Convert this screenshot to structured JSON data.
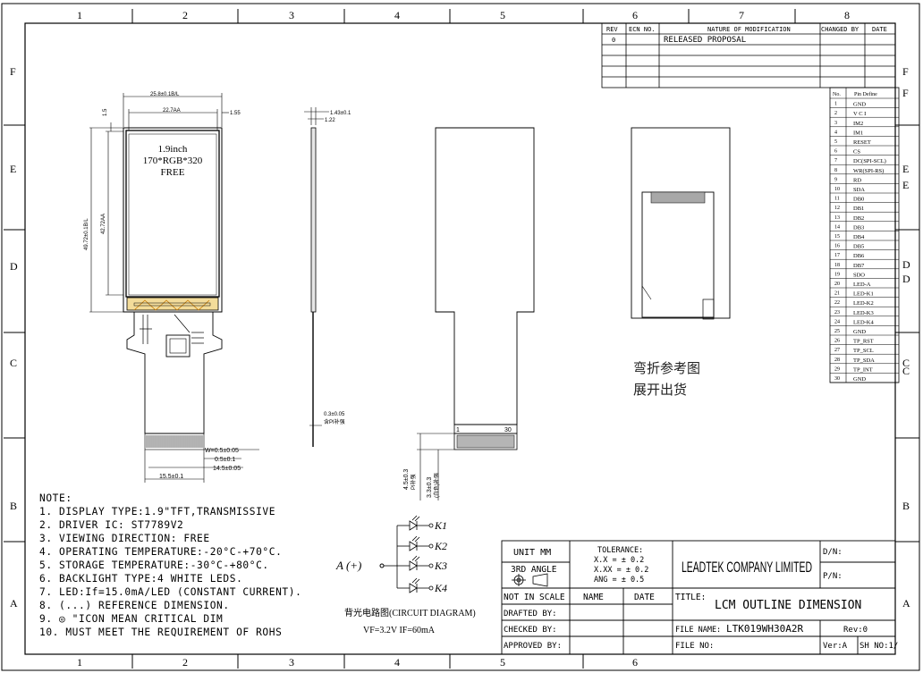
{
  "grid": {
    "cols_top": [
      "1",
      "2",
      "3",
      "4",
      "5",
      "6",
      "7",
      "8"
    ],
    "cols_bottom": [
      "1",
      "2",
      "3",
      "4",
      "5",
      "6"
    ],
    "rows": [
      "F",
      "E",
      "D",
      "C",
      "B",
      "A"
    ],
    "rows_right": [
      "F",
      "F",
      "E",
      "E",
      "D",
      "D",
      "C",
      "C",
      "B",
      "A"
    ]
  },
  "revision": {
    "headers": [
      "REV",
      "ECN NO.",
      "NATURE OF MODIFICATION",
      "CHANGED BY",
      "DATE"
    ],
    "rows": [
      [
        "0",
        "",
        "RELEASED PROPOSAL",
        "",
        ""
      ]
    ]
  },
  "front_view": {
    "dim_width": "25.8±0.1B/L",
    "dim_aa_width": "22.7AA",
    "dim_right": "1.55",
    "dim_top": "1.5",
    "dim_height": "49.72±0.1B/L",
    "dim_aa_height": "42.72AA",
    "screen_lines": [
      "1.9inch",
      "170*RGB*320",
      "FREE"
    ],
    "dim_tail_w": "W=0.5±0.05",
    "dim_tail_p": "0.5±0.1",
    "dim_tail_14": "14.5±0.05",
    "dim_tail_15": "15.5±0.1"
  },
  "side_view": {
    "dim_thick": "1.43±0.1",
    "dim_thick2": "1.22",
    "dim_fpc": "0.3±0.05",
    "dim_fpc_note": "含PI补强"
  },
  "rear_view": {
    "pin_first": "1",
    "pin_last": "30",
    "dim_a": "4.5±0.3",
    "dim_a_note": "PI补强",
    "dim_b": "3.3±0.3",
    "dim_b_note": "(白色)补强"
  },
  "bend_note": [
    "弯折参考图",
    "展开出货"
  ],
  "pin_table": {
    "header_no": "No.",
    "header_def": "Pin Define",
    "pins": [
      [
        "1",
        "GND"
      ],
      [
        "2",
        "V C I"
      ],
      [
        "3",
        "IM2"
      ],
      [
        "4",
        "IM1"
      ],
      [
        "5",
        "RESET"
      ],
      [
        "6",
        "CS"
      ],
      [
        "7",
        "DC(SPI-SCL)"
      ],
      [
        "8",
        "WR(SPI-RS)"
      ],
      [
        "9",
        "RD"
      ],
      [
        "10",
        "SDA"
      ],
      [
        "11",
        "DB0"
      ],
      [
        "12",
        "DB1"
      ],
      [
        "13",
        "DB2"
      ],
      [
        "14",
        "DB3"
      ],
      [
        "15",
        "DB4"
      ],
      [
        "16",
        "DB5"
      ],
      [
        "17",
        "DB6"
      ],
      [
        "18",
        "DB7"
      ],
      [
        "19",
        "SDO"
      ],
      [
        "20",
        "LED-A"
      ],
      [
        "21",
        "LED-K1"
      ],
      [
        "22",
        "LED-K2"
      ],
      [
        "23",
        "LED-K3"
      ],
      [
        "24",
        "LED-K4"
      ],
      [
        "25",
        "GND"
      ],
      [
        "26",
        "TP_RST"
      ],
      [
        "27",
        "TP_SCL"
      ],
      [
        "28",
        "TP_SDA"
      ],
      [
        "29",
        "TP_INT"
      ],
      [
        "30",
        "GND"
      ]
    ]
  },
  "notes": [
    "NOTE:",
    "1. DISPLAY TYPE:1.9\"TFT,TRANSMISSIVE",
    "2. DRIVER IC: ST7789V2",
    "3. VIEWING DIRECTION: FREE",
    "4. OPERATING TEMPERATURE:-20°C-+70°C.",
    "5. STORAGE TEMPERATURE:-30°C-+80°C.",
    "6. BACKLIGHT TYPE:4 WHITE LEDS.",
    "7. LED:If=15.0mA/LED (CONSTANT CURRENT).",
    "8. (...) REFERENCE DIMENSION.",
    "9. ◎ \"ICON MEAN CRITICAL DIM",
    "10. MUST MEET THE REQUIREMENT OF ROHS"
  ],
  "circuit": {
    "anode": "A (+)",
    "k_labels": [
      "K1",
      "K2",
      "K3",
      "K4"
    ],
    "caption": "背光电路图(CIRCUIT DIAGRAM)",
    "values": "VF=3.2V  IF=60mA"
  },
  "title_block": {
    "unit": "UNIT MM",
    "angle": "3RD ANGLE",
    "tolerance_title": "TOLERANCE:",
    "tolerance_lines": [
      "X.X  =  ± 0.2",
      "X.XX =  ± 0.2",
      "ANG  =  ± 0.5"
    ],
    "company": "LEADTEK COMPANY LIMITED",
    "dn": "D/N:",
    "pn": "P/N:",
    "not_in_scale": "NOT IN SCALE",
    "name": "NAME",
    "date": "DATE",
    "title_label": "TITLE:",
    "title": "LCM OUTLINE DIMENSION",
    "drafted": "DRAFTED BY:",
    "checked": "CHECKED BY:",
    "approved": "APPROVED BY:",
    "file_name_label": "FILE NAME:",
    "file_name": "LTK019WH30A2R",
    "rev": "Rev:0",
    "file_no": "FILE NO:",
    "ver": "Ver:A",
    "sheet": "SH NO:1/"
  }
}
